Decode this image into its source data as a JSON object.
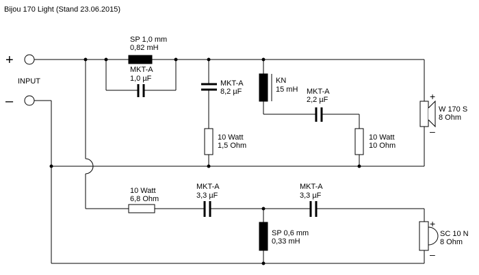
{
  "title": "Bijou 170 Light (Stand 23.06.2015)",
  "input": {
    "label": "INPUT",
    "plus": "+",
    "minus": "–"
  },
  "components": {
    "sp1": {
      "line1": "SP 1,0 mm",
      "line2": "0,82 mH"
    },
    "c1": {
      "line1": "MKT-A",
      "line2": "1,0 µF"
    },
    "c2": {
      "line1": "MKT-A",
      "line2": "8,2 µF"
    },
    "r1": {
      "line1": "10 Watt",
      "line2": "1,5 Ohm"
    },
    "kn": {
      "line1": "KN",
      "line2": "15 mH"
    },
    "c3": {
      "line1": "MKT-A",
      "line2": "2,2 µF"
    },
    "r2": {
      "line1": "10 Watt",
      "line2": "10 Ohm"
    },
    "woofer": {
      "line1": "W 170 S",
      "line2": "8 Ohm",
      "plus": "+",
      "minus": "–"
    },
    "r3": {
      "line1": "10 Watt",
      "line2": "6,8 Ohm"
    },
    "c4": {
      "line1": "MKT-A",
      "line2": "3,3 µF"
    },
    "c5": {
      "line1": "MKT-A",
      "line2": "3,3 µF"
    },
    "sp2": {
      "line1": "SP 0,6 mm",
      "line2": "0,33 mH"
    },
    "tweeter": {
      "line1": "SC 10 N",
      "line2": "8 Ohm",
      "plus": "+",
      "minus": "–"
    }
  }
}
